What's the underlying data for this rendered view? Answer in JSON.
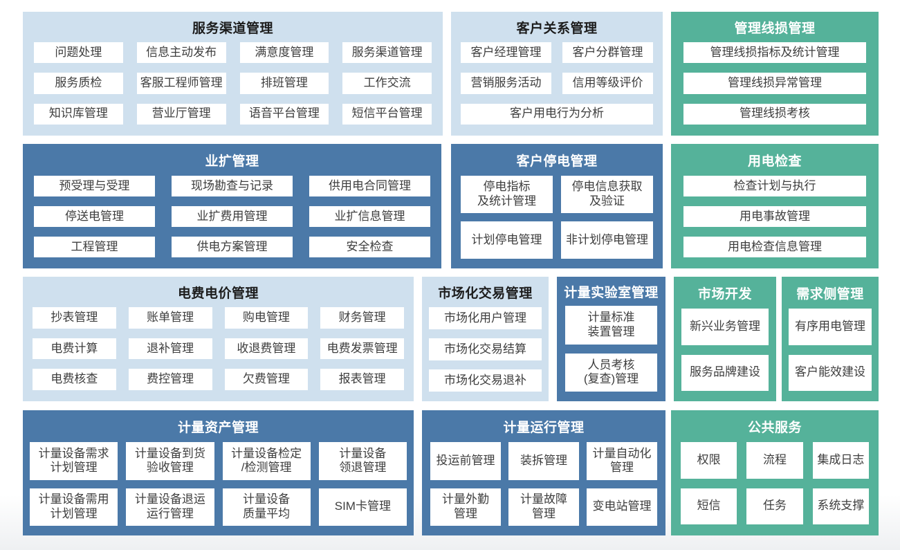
{
  "colors": {
    "light_block": "#cfe0ee",
    "dark_block": "#4b79a8",
    "teal_block": "#55b29a",
    "item_bg": "#ffffff",
    "item_text": "#3d3d3d",
    "title_dark_text": "#1c1c1c",
    "title_light_text": "#ffffff"
  },
  "blocks": [
    {
      "id": "service-channel",
      "title": "服务渠道管理",
      "theme": "light",
      "items": [
        {
          "label": "问题处理"
        },
        {
          "label": "信息主动发布"
        },
        {
          "label": "满意度管理"
        },
        {
          "label": "服务渠道管理"
        },
        {
          "label": "服务质检"
        },
        {
          "label": "客服工程师管理"
        },
        {
          "label": "排班管理"
        },
        {
          "label": "工作交流"
        },
        {
          "label": "知识库管理"
        },
        {
          "label": "营业厅管理"
        },
        {
          "label": "语音平台管理"
        },
        {
          "label": "短信平台管理"
        }
      ]
    },
    {
      "id": "customer-relation",
      "title": "客户关系管理",
      "theme": "light",
      "items": [
        {
          "label": "客户经理管理"
        },
        {
          "label": "客户分群管理"
        },
        {
          "label": "营销服务活动"
        },
        {
          "label": "信用等级评价"
        },
        {
          "label": "客户用电行为分析",
          "span": 2
        }
      ]
    },
    {
      "id": "line-loss",
      "title": "管理线损管理",
      "theme": "teal",
      "items": [
        {
          "label": "管理线损指标及统计管理"
        },
        {
          "label": "管理线损异常管理"
        },
        {
          "label": "管理线损考核"
        }
      ]
    },
    {
      "id": "business-expansion",
      "title": "业扩管理",
      "theme": "dark",
      "items": [
        {
          "label": "预受理与受理"
        },
        {
          "label": "现场勘查与记录"
        },
        {
          "label": "供用电合同管理"
        },
        {
          "label": "停送电管理"
        },
        {
          "label": "业扩费用管理"
        },
        {
          "label": "业扩信息管理"
        },
        {
          "label": "工程管理"
        },
        {
          "label": "供电方案管理"
        },
        {
          "label": "安全检查"
        }
      ]
    },
    {
      "id": "customer-outage",
      "title": "客户停电管理",
      "theme": "dark",
      "items": [
        {
          "label": "停电指标\n及统计管理"
        },
        {
          "label": "停电信息获取\n及验证"
        },
        {
          "label": "计划停电管理"
        },
        {
          "label": "非计划停电管理"
        }
      ]
    },
    {
      "id": "power-inspection",
      "title": "用电检查",
      "theme": "teal",
      "items": [
        {
          "label": "检查计划与执行"
        },
        {
          "label": "用电事故管理"
        },
        {
          "label": "用电检查信息管理"
        }
      ]
    },
    {
      "id": "billing-price",
      "title": "电费电价管理",
      "theme": "light",
      "items": [
        {
          "label": "抄表管理"
        },
        {
          "label": "账单管理"
        },
        {
          "label": "购电管理"
        },
        {
          "label": "财务管理"
        },
        {
          "label": "电费计算"
        },
        {
          "label": "退补管理"
        },
        {
          "label": "收退费管理"
        },
        {
          "label": "电费发票管理"
        },
        {
          "label": "电费核查"
        },
        {
          "label": "费控管理"
        },
        {
          "label": "欠费管理"
        },
        {
          "label": "报表管理"
        }
      ]
    },
    {
      "id": "market-trade",
      "title": "市场化交易管理",
      "theme": "light",
      "items": [
        {
          "label": "市场化用户管理"
        },
        {
          "label": "市场化交易结算"
        },
        {
          "label": "市场化交易退补"
        }
      ]
    },
    {
      "id": "metering-lab",
      "title": "计量实验室管理",
      "theme": "dark",
      "items": [
        {
          "label": "计量标准\n装置管理"
        },
        {
          "label": "人员考核\n(复查)管理"
        }
      ]
    },
    {
      "id": "market-dev",
      "title": "市场开发",
      "theme": "teal",
      "items": [
        {
          "label": "新兴业务管理"
        },
        {
          "label": "服务品牌建设"
        }
      ]
    },
    {
      "id": "demand-side",
      "title": "需求侧管理",
      "theme": "teal",
      "items": [
        {
          "label": "有序用电管理"
        },
        {
          "label": "客户能效建设"
        }
      ]
    },
    {
      "id": "metering-asset",
      "title": "计量资产管理",
      "theme": "dark",
      "items": [
        {
          "label": "计量设备需求\n计划管理"
        },
        {
          "label": "计量设备到货\n验收管理"
        },
        {
          "label": "计量设备检定\n/检测管理"
        },
        {
          "label": "计量设备\n领退管理"
        },
        {
          "label": "计量设备需用\n计划管理"
        },
        {
          "label": "计量设备退运\n运行管理"
        },
        {
          "label": "计量设备\n质量平均"
        },
        {
          "label": "SIM卡管理"
        }
      ]
    },
    {
      "id": "metering-operation",
      "title": "计量运行管理",
      "theme": "dark",
      "items": [
        {
          "label": "投运前管理"
        },
        {
          "label": "装拆管理"
        },
        {
          "label": "计量自动化\n管理"
        },
        {
          "label": "计量外勤\n管理"
        },
        {
          "label": "计量故障\n管理"
        },
        {
          "label": "变电站管理"
        }
      ]
    },
    {
      "id": "public-service",
      "title": "公共服务",
      "theme": "teal",
      "items": [
        {
          "label": "权限"
        },
        {
          "label": "流程"
        },
        {
          "label": "集成日志"
        },
        {
          "label": "短信"
        },
        {
          "label": "任务"
        },
        {
          "label": "系统支撑"
        }
      ]
    }
  ]
}
